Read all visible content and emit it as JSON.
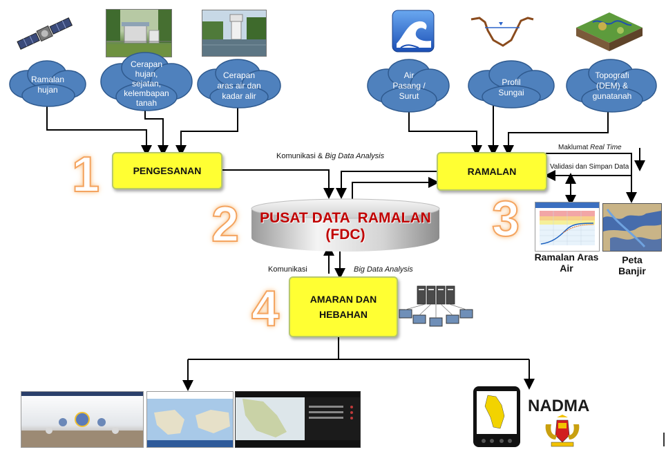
{
  "clouds": [
    {
      "id": "c1",
      "lines": [
        "Ramalan",
        "hujan"
      ]
    },
    {
      "id": "c2",
      "lines": [
        "Cerapan",
        "hujan,",
        "sejatan,",
        "kelembapan",
        "tanah"
      ]
    },
    {
      "id": "c3",
      "lines": [
        "Cerapan",
        "aras air dan",
        "kadar alir"
      ]
    },
    {
      "id": "c4",
      "lines": [
        "Air",
        "Pasang /",
        "Surut"
      ]
    },
    {
      "id": "c5",
      "lines": [
        "Profil",
        "Sungai"
      ]
    },
    {
      "id": "c6",
      "lines": [
        "Topografi",
        "(DEM) &",
        "gunatanah"
      ]
    }
  ],
  "boxes": {
    "pengesanan": "PENGESANAN",
    "ramalan": "RAMALAN",
    "amaran_line1": "AMARAN DAN",
    "amaran_line2": "HEBAHAN"
  },
  "numbers": {
    "n1": "1",
    "n2": "2",
    "n3": "3",
    "n4": "4"
  },
  "fdc": {
    "line1": "PUSAT DATA  RAMALAN",
    "line2": "(FDC)"
  },
  "labels": {
    "komunikasi_top_a": "Komunikasi & ",
    "komunikasi_top_b": "Big Data Analysis",
    "maklumat_a": "Maklumat ",
    "maklumat_b": "Real Time",
    "validasi": "Validasi dan Simpan Data",
    "komunikasi_left": "Komunikasi",
    "bigdata_right": "Big Data Analysis"
  },
  "captions": {
    "ramalan_aras_line1": "Ramalan Aras",
    "ramalan_aras_line2": "Air",
    "peta_line1": "Peta",
    "peta_line2": "Banjir",
    "nadma": "NADMA"
  },
  "colors": {
    "box_fill": "#ffff33",
    "cloud_fill": "#4f81bd",
    "fdc_text": "#c00000",
    "number_outline": "#f4a460"
  }
}
